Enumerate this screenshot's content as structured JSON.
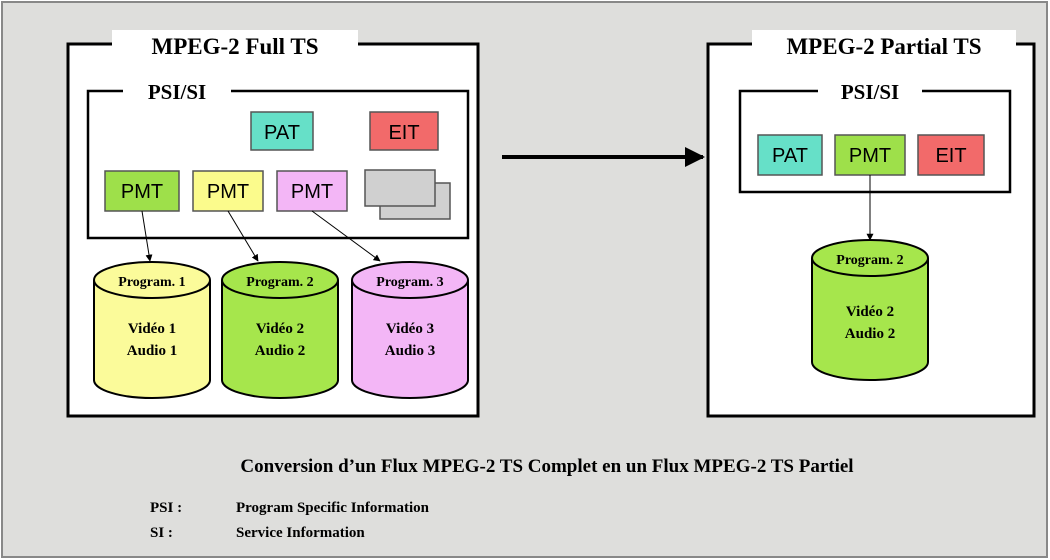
{
  "colors": {
    "background": "#dededc",
    "pat": "#66e0c8",
    "eit": "#f26a6a",
    "pmt1": "#9ee04a",
    "pmt2": "#fbfb8c",
    "pmt3": "#f3b6f6",
    "generic_table": "#d0d0d0",
    "program1": "#fbfb9a",
    "program2": "#a6e64c",
    "program3": "#f3b6f6"
  },
  "full_ts": {
    "title": "MPEG-2 Full TS",
    "psi_label": "PSI/SI",
    "tables": {
      "pat": "PAT",
      "eit": "EIT",
      "pmt1": "PMT",
      "pmt2": "PMT",
      "pmt3": "PMT"
    },
    "programs": [
      {
        "name": "Program. 1",
        "video": "Vidéo 1",
        "audio": "Audio 1"
      },
      {
        "name": "Program. 2",
        "video": "Vidéo 2",
        "audio": "Audio 2"
      },
      {
        "name": "Program. 3",
        "video": "Vidéo 3",
        "audio": "Audio 3"
      }
    ]
  },
  "partial_ts": {
    "title": "MPEG-2 Partial TS",
    "psi_label": "PSI/SI",
    "tables": {
      "pat": "PAT",
      "pmt": "PMT",
      "eit": "EIT"
    },
    "program": {
      "name": "Program. 2",
      "video": "Vidéo 2",
      "audio": "Audio 2"
    }
  },
  "caption": "Conversion d’un Flux MPEG-2 TS Complet en un Flux MPEG-2 TS Partiel",
  "legend": [
    {
      "abbr": "PSI :",
      "definition": "Program Specific Information"
    },
    {
      "abbr": "SI :",
      "definition": "Service Information"
    }
  ]
}
